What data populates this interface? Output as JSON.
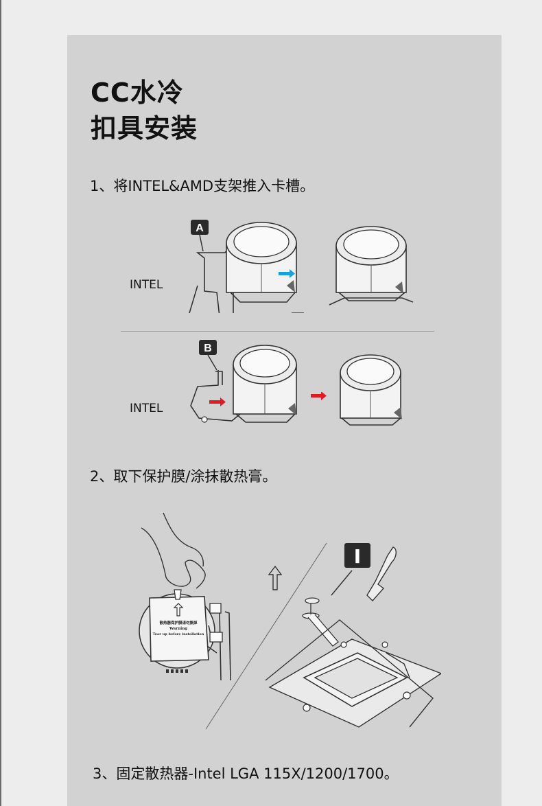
{
  "title": {
    "line1": "CC水冷",
    "line2": "扣具安装"
  },
  "steps": [
    {
      "text": "1、将INTEL&AMD支架推入卡槽。"
    },
    {
      "text": "2、取下保护膜/涂抹散热膏。"
    },
    {
      "text": "3、固定散热器-Intel LGA 115X/1200/1700。"
    }
  ],
  "figures": {
    "a": {
      "badge": "A",
      "platform": "INTEL",
      "arrow_color": "#1aa0e0"
    },
    "b": {
      "badge": "B",
      "platform": "INTEL",
      "arrow_color": "#e01b22"
    },
    "film": {
      "label_line1": "散热器保护膜请勿撕掉",
      "label_line2": "Warning",
      "label_line3": "Tear up before installation"
    },
    "paste": {
      "badge": "I"
    }
  },
  "colors": {
    "page_bg": "#ededed",
    "panel_bg": "#d2d2d2",
    "badge_bg": "#2a2a2a"
  }
}
